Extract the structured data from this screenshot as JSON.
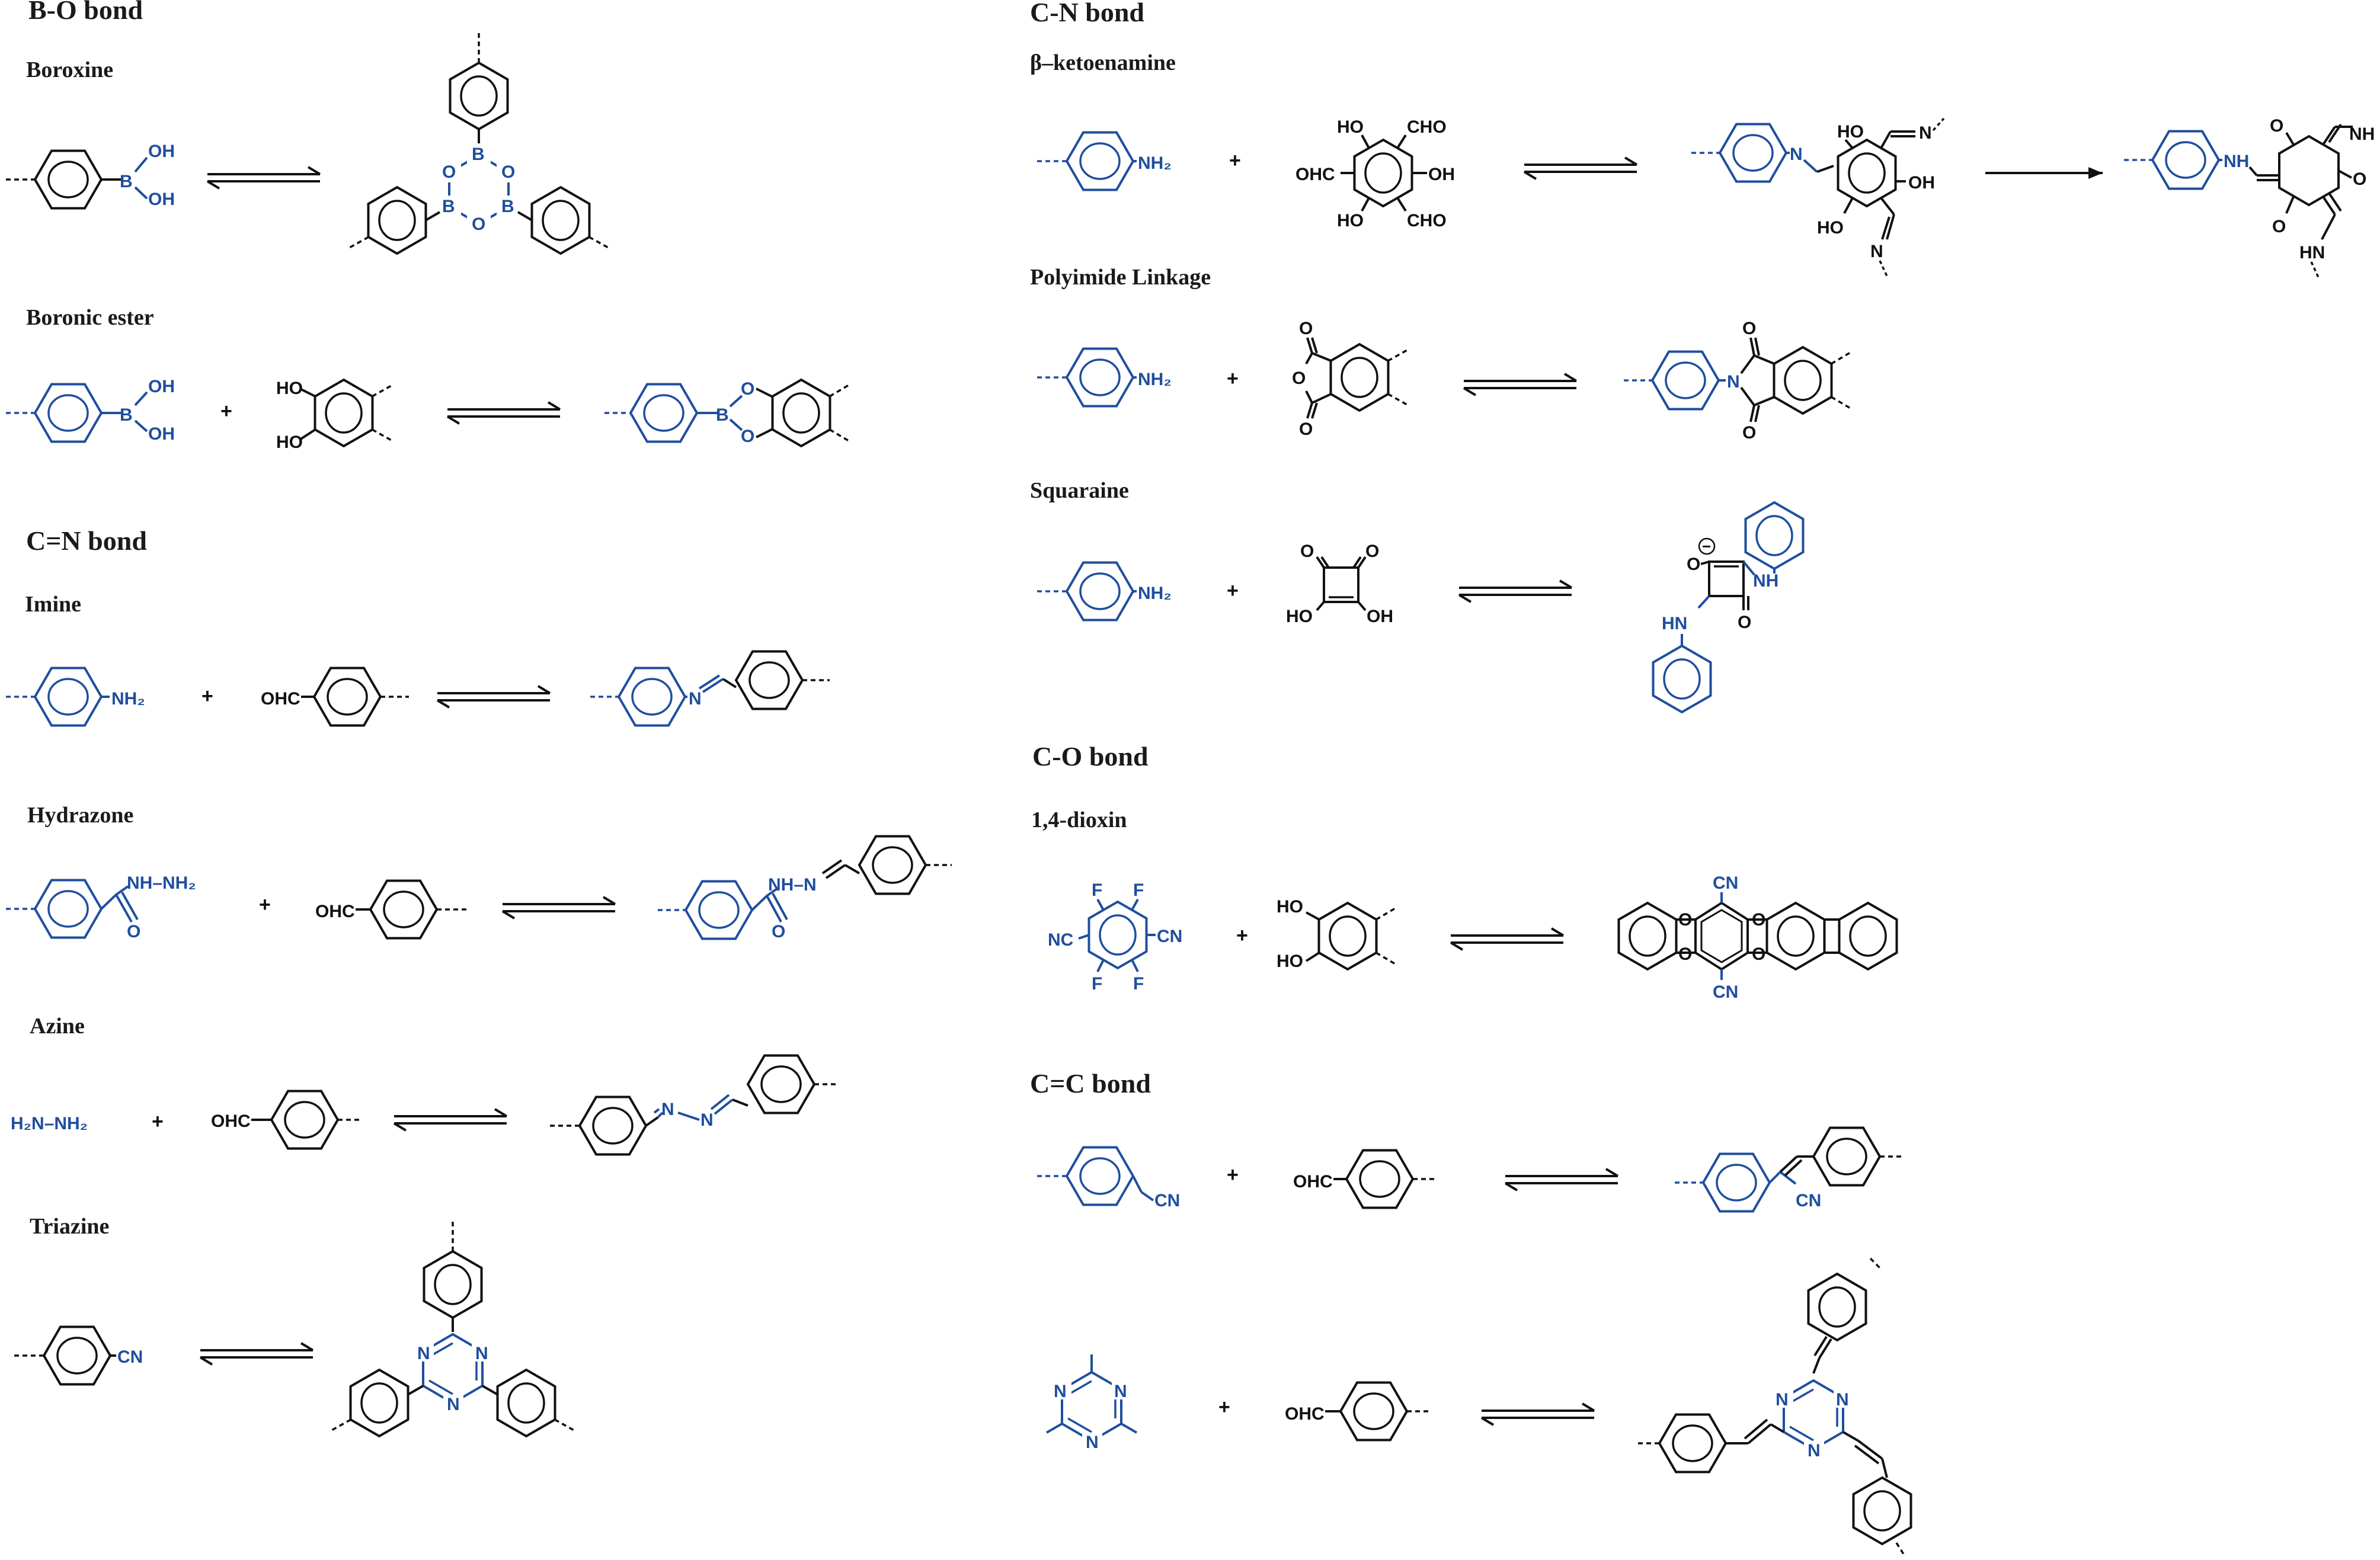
{
  "colors": {
    "blue": "#1f4e9e",
    "black": "#1a1a1a"
  },
  "left": {
    "bo_header": "B-O bond",
    "boroxine": {
      "title": "Boroxine",
      "oh1": "OH",
      "oh2": "OH",
      "b": "B",
      "ring_b1": "B",
      "ring_b2": "B",
      "ring_b3": "B",
      "ring_o1": "O",
      "ring_o2": "O",
      "ring_o3": "O"
    },
    "boronic_ester": {
      "title": "Boronic ester",
      "oh1": "OH",
      "oh2": "OH",
      "b": "B",
      "plus": "+",
      "ho1": "HO",
      "ho2": "HO",
      "prod_b": "B",
      "prod_o1": "O",
      "prod_o2": "O"
    },
    "cn_double_header": "C=N bond",
    "imine": {
      "title": "Imine",
      "nh2": "NH₂",
      "plus": "+",
      "ohc": "OHC",
      "n": "N"
    },
    "hydrazone": {
      "title": "Hydrazone",
      "nhnh2": "NH–NH₂",
      "o": "O",
      "plus": "+",
      "ohc": "OHC",
      "nh": "NH–N",
      "o2": "O"
    },
    "azine": {
      "title": "Azine",
      "h2nnh2": "H₂N–NH₂",
      "plus": "+",
      "ohc": "OHC",
      "n1": "N",
      "n2": "N"
    },
    "triazine": {
      "title": "Triazine",
      "cn": "CN",
      "n": "N"
    }
  },
  "right": {
    "cn_single_header": "C-N bond",
    "ketoenamine": {
      "title": "β–ketoenamine",
      "nh2": "NH₂",
      "plus": "+",
      "ho1": "HO",
      "cho1": "CHO",
      "ohc": "OHC",
      "oh": "OH",
      "ho2": "HO",
      "cho2": "CHO",
      "int_n1": "N",
      "int_ho1": "HO",
      "int_oh": "OH",
      "int_ho2": "HO",
      "int_n2": "N",
      "int_n3": "N",
      "prod_nh1": "NH",
      "prod_o1": "O",
      "prod_nh2": "NH",
      "prod_o2": "O",
      "prod_o3": "O",
      "prod_hn": "HN"
    },
    "polyimide": {
      "title": "Polyimide Linkage",
      "nh2": "NH₂",
      "plus": "+",
      "o1": "O",
      "o2": "O",
      "o3": "O",
      "n": "N",
      "po1": "O",
      "po2": "O"
    },
    "squaraine": {
      "title": "Squaraine",
      "nh2": "NH₂",
      "plus": "+",
      "o1": "O",
      "o2": "O",
      "ho": "HO",
      "oh": "OH",
      "minus": "−",
      "po": "O",
      "nh": "NH",
      "hn": "HN",
      "po2": "O"
    },
    "co_header": "C-O bond",
    "dioxin": {
      "title": "1,4-dioxin",
      "f1": "F",
      "f2": "F",
      "f3": "F",
      "f4": "F",
      "nc": "NC",
      "cn": "CN",
      "plus": "+",
      "ho1": "HO",
      "ho2": "HO",
      "pcn1": "CN",
      "pcn2": "CN"
    },
    "cc_header": "C=C bond",
    "cyanovinylene": {
      "cn": "CN",
      "plus": "+",
      "ohc": "OHC",
      "pcn": "CN"
    },
    "vinylene": {
      "plus": "+",
      "ohc": "OHC",
      "n": "N"
    }
  }
}
